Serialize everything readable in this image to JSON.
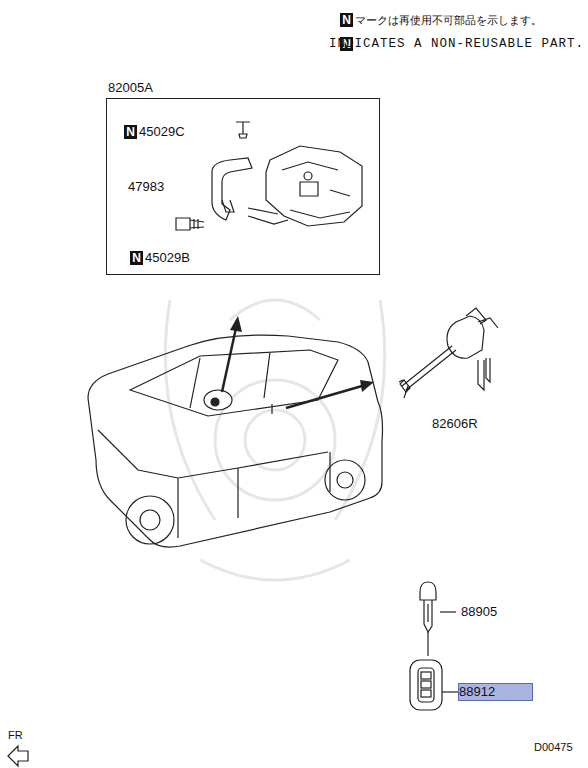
{
  "diagram": {
    "nodes": [
      {
        "text": [
          "82005A"
        ]
      },
      {
        "text": [
          "88912"
        ]
      }
    ],
    "labels": [
      "N",
      "マークは再使用不可部品を示します。",
      "N",
      "INDICATES A NON-REUSABLE PART.",
      "N",
      "45029C",
      "47983",
      "N",
      "45029B",
      "82606R",
      "88905",
      "FR",
      "D00475"
    ]
  }
}
